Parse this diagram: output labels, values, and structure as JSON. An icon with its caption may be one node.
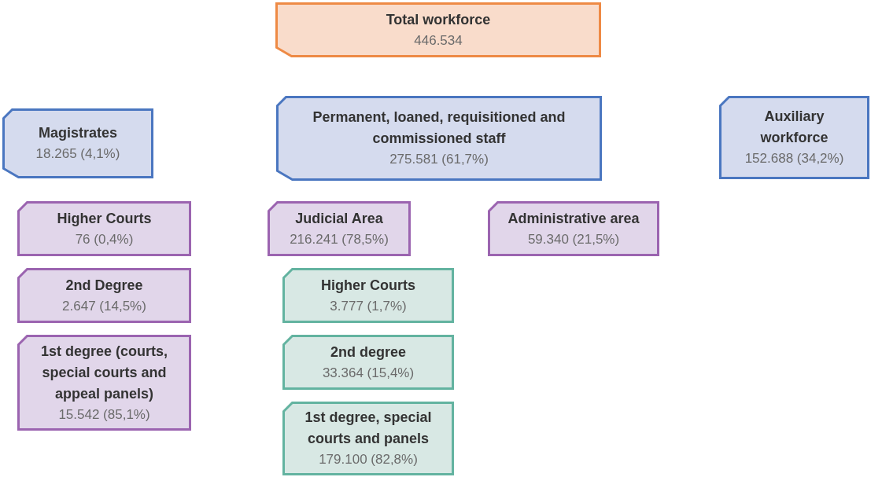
{
  "diagram": {
    "nodes": [
      {
        "text": [
          "Total workforce",
          "446.534"
        ]
      },
      {
        "text": [
          "Magistrates",
          "18.265 (4,1%)"
        ]
      },
      {
        "text": [
          "Permanent, loaned, requisitioned and commissioned staff",
          "275.581 (61,7%)"
        ]
      },
      {
        "text": [
          "Auxiliary workforce",
          "152.688 (34,2%)"
        ]
      },
      {
        "text": [
          "Higher Courts",
          "76 (0,4%)"
        ]
      },
      {
        "text": [
          "2nd Degree",
          "2.647 (14,5%)"
        ]
      },
      {
        "text": [
          "1st degree (courts, special courts and appeal panels)",
          "15.542 (85,1%)"
        ]
      },
      {
        "text": [
          "Judicial Area",
          "216.241 (78,5%)"
        ]
      },
      {
        "text": [
          "Administrative area",
          "59.340 (21,5%)"
        ]
      },
      {
        "text": [
          "Higher Courts",
          "3.777 (1,7%)"
        ]
      },
      {
        "text": [
          "2nd degree",
          "33.364 (15,4%)"
        ]
      },
      {
        "text": [
          "1st degree, special courts and panels",
          "179.100 (82,8%)"
        ]
      }
    ]
  }
}
